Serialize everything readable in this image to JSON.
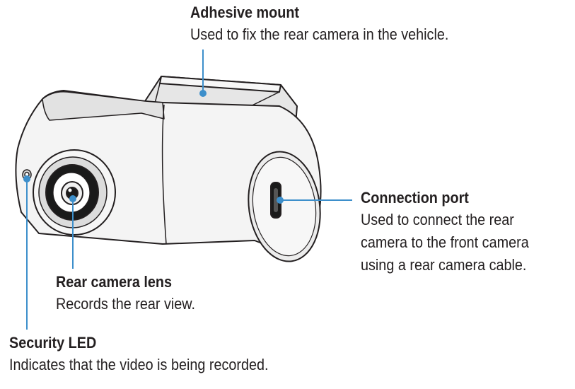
{
  "callouts": {
    "adhesive_mount": {
      "title": "Adhesive mount",
      "desc": [
        "Used to fix the rear camera in the vehicle."
      ]
    },
    "connection_port": {
      "title": "Connection port",
      "desc": [
        "Used to connect the rear",
        "camera to the front camera",
        "using a rear camera cable."
      ]
    },
    "rear_camera_lens": {
      "title": "Rear camera lens",
      "desc": [
        "Records the rear view."
      ]
    },
    "security_led": {
      "title": "Security LED",
      "desc": [
        "Indicates that the video is being recorded."
      ]
    }
  },
  "colors": {
    "leader_line": "#3d8fcb",
    "outline": "#231f20",
    "body_fill": "#f4f4f4",
    "shade_fill": "#e2e2e2",
    "lens_dark": "#1a1a1a"
  }
}
